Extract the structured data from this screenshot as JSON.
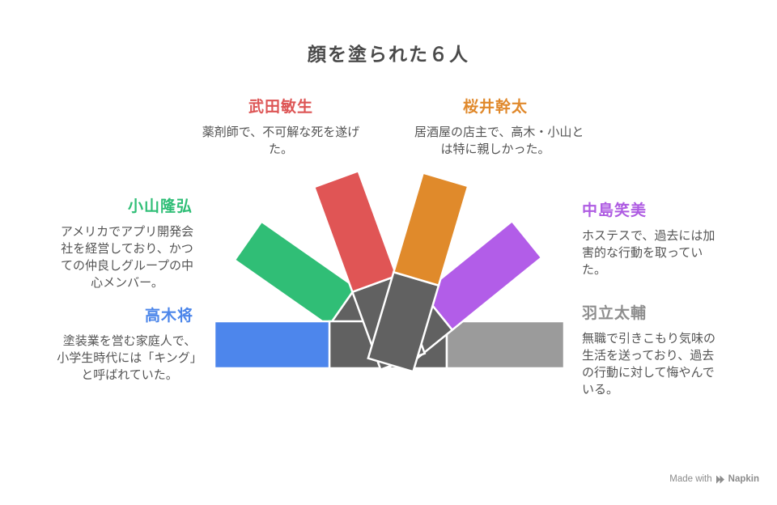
{
  "title": "顔を塗られた６人",
  "people": [
    {
      "id": "takeda",
      "name": "武田敏生",
      "name_color": "#DD5555",
      "bar_color": "#E05555",
      "desc_lines": [
        "薬剤師で、不可解な死を遂げ",
        "た。"
      ]
    },
    {
      "id": "sakurai",
      "name": "桜井幹太",
      "name_color": "#E0892C",
      "bar_color": "#E08A2B",
      "desc_lines": [
        "居酒屋の店主で、高木・小山と",
        "は特に親しかった。"
      ]
    },
    {
      "id": "koyama",
      "name": "小山隆弘",
      "name_color": "#2FBE76",
      "bar_color": "#30BE76",
      "desc_lines": [
        "アメリカでアプリ開発会",
        "社を経営しており、かつ",
        "ての仲良しグループの中",
        "心メンバー。"
      ]
    },
    {
      "id": "nakajima",
      "name": "中島笑美",
      "name_color": "#AE5BE2",
      "bar_color": "#B25DE8",
      "desc_lines": [
        "ホステスで、過去には加",
        "害的な行動を取ってい",
        "た。"
      ]
    },
    {
      "id": "takagi",
      "name": "高木将",
      "name_color": "#4C86EA",
      "bar_color": "#4D86EC",
      "desc_lines": [
        "塗装業を営む家庭人で、",
        "小学生時代には「キング」",
        "と呼ばれていた。"
      ]
    },
    {
      "id": "hadate",
      "name": "羽立太輔",
      "name_color": "#8E8E8E",
      "bar_color": "#9B9B9B",
      "desc_lines": [
        "無職で引きこもり気味の",
        "生活を送っており、過去",
        "の行動に対して悔やんで",
        "いる。"
      ]
    }
  ],
  "fan": {
    "inner_color": "#616161",
    "stroke_color": "#FFFFFF"
  },
  "credit": {
    "made_with": "Made with",
    "brand": "Napkin",
    "color": "#8C8C8C"
  }
}
